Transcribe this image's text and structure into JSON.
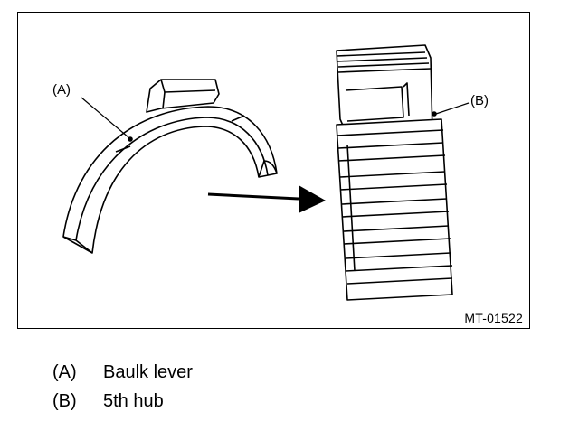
{
  "figure": {
    "code": "MT-01522",
    "callouts": {
      "a": "(A)",
      "b": "(B)"
    }
  },
  "legend": {
    "items": [
      {
        "key": "(A)",
        "label": "Baulk lever"
      },
      {
        "key": "(B)",
        "label": "5th hub"
      }
    ]
  }
}
